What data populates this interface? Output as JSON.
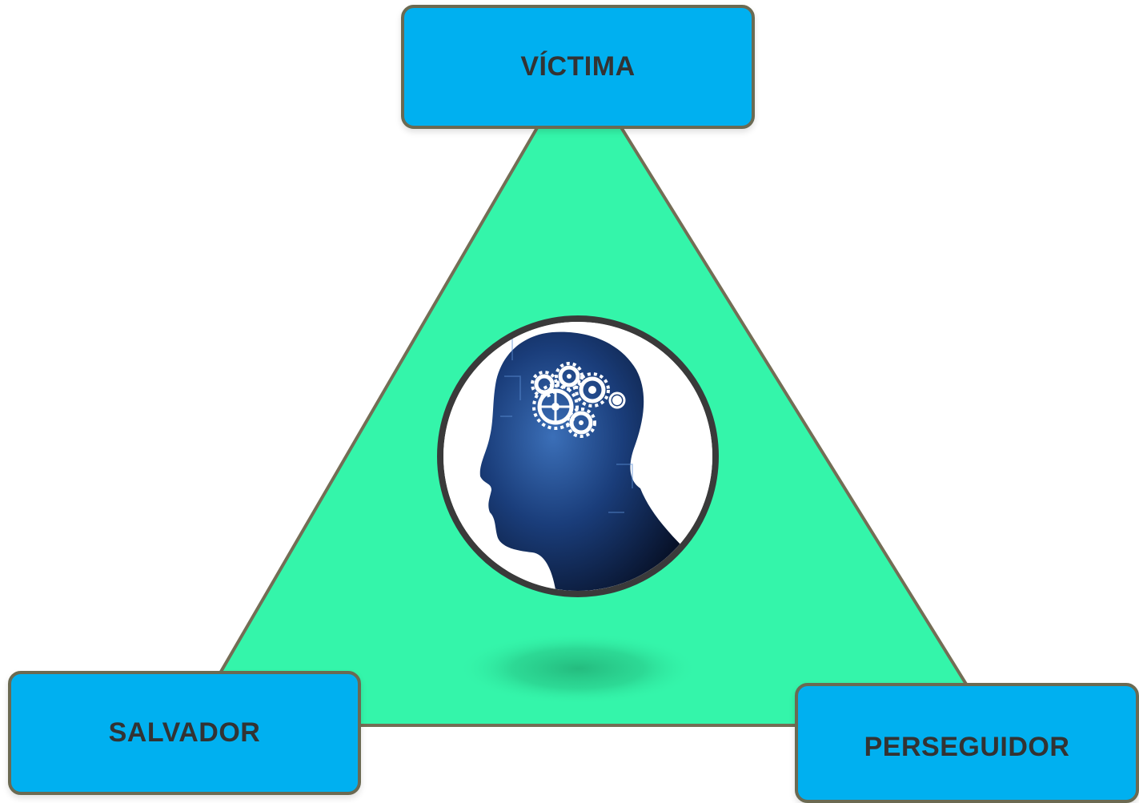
{
  "colors": {
    "triangle_fill": "#34f5aa",
    "triangle_stroke": "#746d55",
    "box_fill": "#00b0f0",
    "box_border": "#6b6a52",
    "label_color": "#333333",
    "circle_border": "#3a3a3a"
  },
  "diagram": {
    "top_label": "VÍCTIMA",
    "left_label": "SALVADOR",
    "right_label": "PERSEGUIDOR",
    "center_image": "head-with-gears-icon"
  }
}
